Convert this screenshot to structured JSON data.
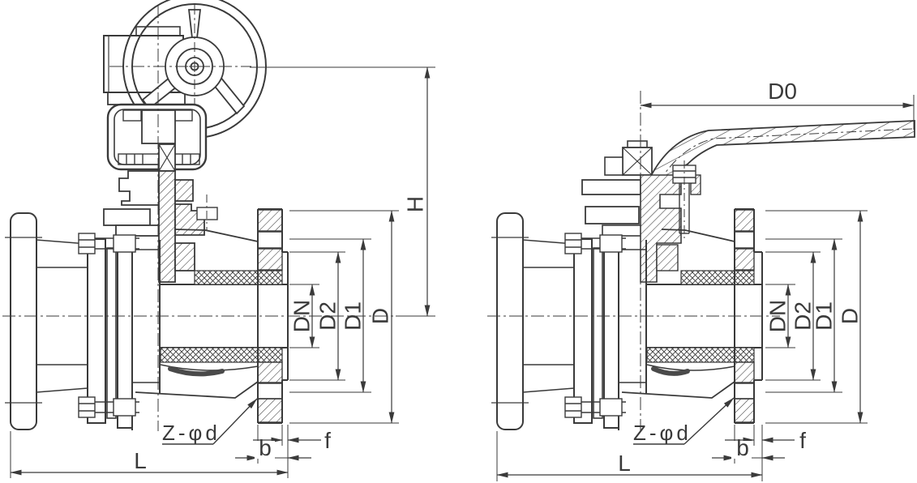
{
  "drawing": {
    "type": "engineering-section-drawing",
    "subject": "flanged ball valves (handwheel-gear operated and lever operated), cross-section with dimensions",
    "colors": {
      "line": "#3a3a3a",
      "background": "#ffffff",
      "seal": "#4a4a4a"
    },
    "left_valve": {
      "operator": "handwheel-gear",
      "labels": {
        "dn": "DN",
        "d2": "D2",
        "d1": "D1",
        "d": "D",
        "h": "H",
        "l": "L",
        "b": "b",
        "f": "f",
        "z_phi_d": "Z-φd"
      }
    },
    "right_valve": {
      "operator": "lever-handle",
      "labels": {
        "dn": "DN",
        "d2": "D2",
        "d1": "D1",
        "d": "D",
        "d0": "D0",
        "l": "L",
        "b": "b",
        "f": "f",
        "z_phi_d": "Z-φd"
      }
    }
  }
}
